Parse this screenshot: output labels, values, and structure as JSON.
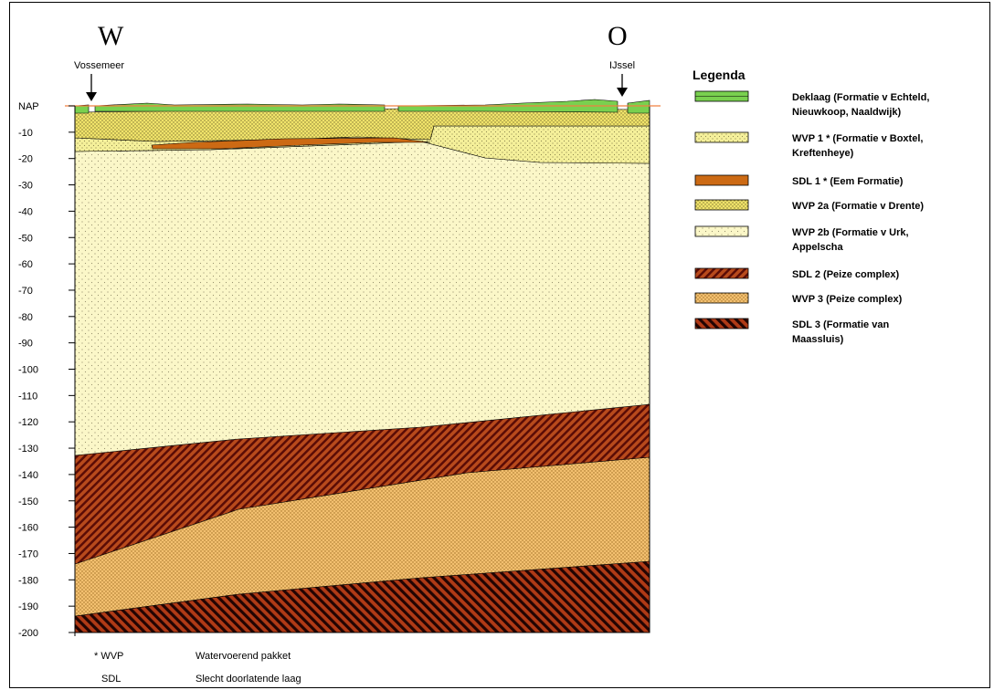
{
  "compass": {
    "west": "W",
    "east": "O"
  },
  "locations": {
    "left": "Vossemeer",
    "right": "IJssel"
  },
  "datum_label": "NAP",
  "depth_labels": [
    "-10",
    "-20",
    "-30",
    "-40",
    "-50",
    "-60",
    "-70",
    "-80",
    "-90",
    "-100",
    "-110",
    "-120",
    "-130",
    "-140",
    "-150",
    "-160",
    "-170",
    "-180",
    "-190",
    "-200"
  ],
  "legend": {
    "title": "Legenda",
    "items": [
      {
        "key": "deklaag",
        "lines": [
          "Deklaag (Formatie v Echteld,",
          "Nieuwkoop, Naaldwijk)"
        ]
      },
      {
        "key": "wvp1",
        "lines": [
          "WVP 1 * (Formatie v  Boxtel,",
          "Kreftenheye)"
        ]
      },
      {
        "key": "sdl1",
        "lines": [
          "SDL 1 * (Eem Formatie)"
        ]
      },
      {
        "key": "wvp2a",
        "lines": [
          "WVP 2a (Formatie v Drente)"
        ]
      },
      {
        "key": "wvp2b",
        "lines": [
          "WVP 2b (Formatie v Urk,",
          "Appelscha"
        ]
      },
      {
        "key": "sdl2",
        "lines": [
          "SDL 2 (Peize complex)"
        ]
      },
      {
        "key": "wvp3",
        "lines": [
          "WVP 3 (Peize complex)"
        ]
      },
      {
        "key": "sdl3",
        "lines": [
          "SDL 3 (Formatie van",
          "Maassluis)"
        ]
      }
    ]
  },
  "notes": [
    {
      "abbr": "* WVP",
      "text": "Watervoerend pakket"
    },
    {
      "abbr": "SDL",
      "text": "Slecht doorlatende laag"
    }
  ],
  "colors": {
    "deklaag": "#79d04f",
    "wvp1": "#f5f09a",
    "sdl1": "#cc6a14",
    "wvp2a": "#f3ea7c",
    "wvp2b": "#fbf7c8",
    "sdl2": "#a8341a",
    "wvp3": "#f3c070",
    "sdl3": "#8a1c0e",
    "nap_line": "#f08040"
  }
}
